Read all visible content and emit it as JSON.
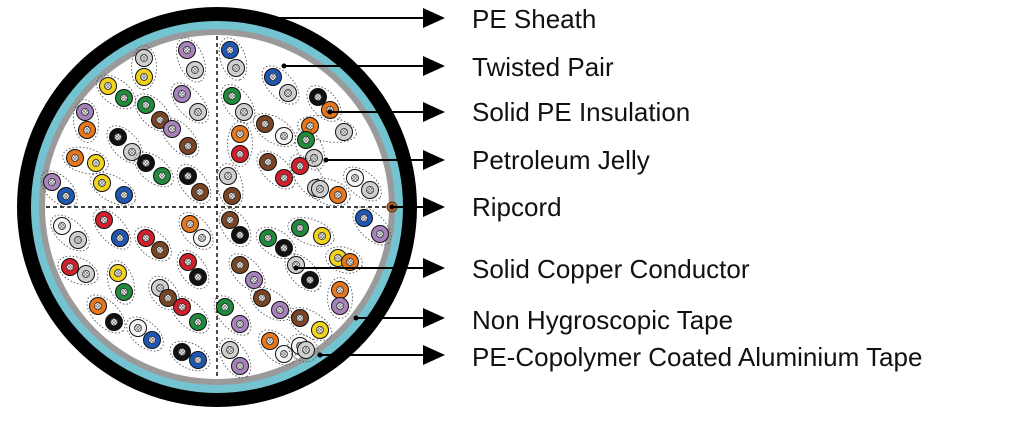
{
  "labels": [
    "PE Sheath",
    "Twisted Pair",
    "Solid PE Insulation",
    "Petroleum Jelly",
    "Ripcord",
    "Solid Copper Conductor",
    "Non Hygroscopic Tape",
    "PE-Copolymer Coated Aluminium Tape"
  ],
  "colors": {
    "sheath": "#000000",
    "aluminium_tape": "#73c3d0",
    "hygroscopic_tape": "#9a9a9a",
    "jelly": "#ffffff",
    "ripcord": "#b86a2e",
    "conductor_hatch": "#888888",
    "core_palette": {
      "blue": "#1f57b5",
      "orange": "#e8771c",
      "green": "#1f8c3c",
      "brown": "#7b4523",
      "slate": "#cfcfcf",
      "white": "#f5f5f5",
      "red": "#d21f2a",
      "black": "#111111",
      "yellow": "#f2d41f",
      "violet": "#a782bd"
    }
  }
}
